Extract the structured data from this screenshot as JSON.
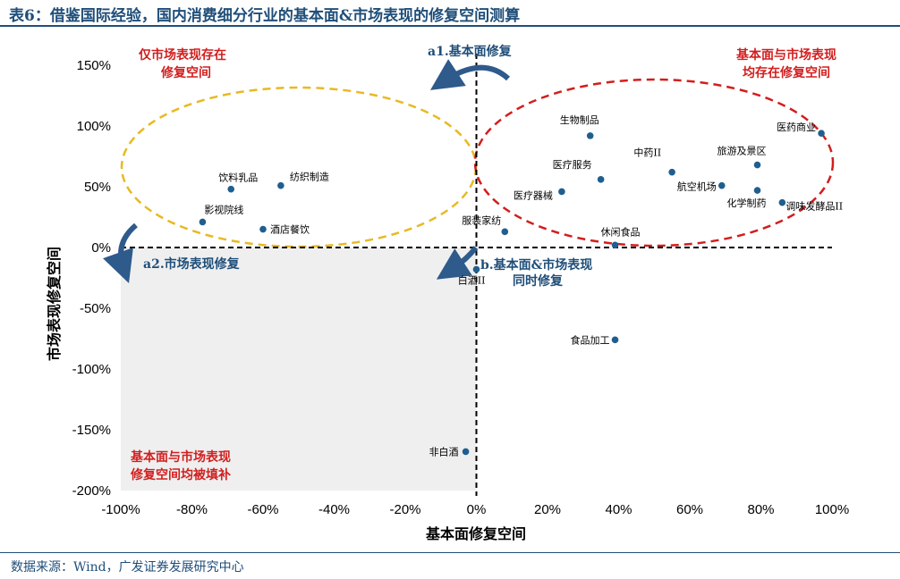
{
  "page": {
    "title": "表6：借鉴国际经验，国内消费细分行业的基本面&市场表现的修复空间测算",
    "source": "数据来源：Wind，广发证券发展研究中心"
  },
  "colors": {
    "title": "#1f4e79",
    "point": "#1f5f8f",
    "red_annotation": "#d21e1e",
    "blue_annotation": "#1f4e79",
    "yellow_ellipse": "#e8b923",
    "shaded_quadrant": "#efefef",
    "arrow": "#2e5a8c"
  },
  "annotations": {
    "top_left_line1": "仅市场表现存在",
    "top_left_line2": "修复空间",
    "top_right_line1": "基本面与市场表现",
    "top_right_line2": "均存在修复空间",
    "bottom_left_line1": "基本面与市场表现",
    "bottom_left_line2": "修复空间均被填补",
    "a1": "a1.基本面修复",
    "a2": "a2.市场表现修复",
    "b_line1": "b.基本面&市场表现",
    "b_line2": "同时修复"
  },
  "chart_data": {
    "type": "scatter",
    "title": "",
    "xlabel": "基本面修复空间",
    "ylabel": "市场表现修复空间",
    "xlim": [
      -100,
      100
    ],
    "ylim": [
      -200,
      150
    ],
    "x_ticks": [
      "-100%",
      "-80%",
      "-60%",
      "-40%",
      "-20%",
      "0%",
      "20%",
      "40%",
      "60%",
      "80%",
      "100%"
    ],
    "y_ticks": [
      "150%",
      "100%",
      "50%",
      "0%",
      "-50%",
      "-100%",
      "-150%",
      "-200%"
    ],
    "points": [
      {
        "label": "饮料乳品",
        "x": -69,
        "y": 48
      },
      {
        "label": "纺织制造",
        "x": -55,
        "y": 51
      },
      {
        "label": "影视院线",
        "x": -77,
        "y": 21
      },
      {
        "label": "酒店餐饮",
        "x": -60,
        "y": 15
      },
      {
        "label": "服装家纺",
        "x": 8,
        "y": 13
      },
      {
        "label": "白酒II",
        "x": 0,
        "y": -18
      },
      {
        "label": "生物制品",
        "x": 32,
        "y": 92
      },
      {
        "label": "医疗服务",
        "x": 35,
        "y": 56
      },
      {
        "label": "医疗器械",
        "x": 24,
        "y": 46
      },
      {
        "label": "中药II",
        "x": 55,
        "y": 62
      },
      {
        "label": "航空机场",
        "x": 69,
        "y": 51
      },
      {
        "label": "旅游及景区",
        "x": 79,
        "y": 68
      },
      {
        "label": "医药商业",
        "x": 97,
        "y": 94
      },
      {
        "label": "化学制药",
        "x": 79,
        "y": 47
      },
      {
        "label": "调味发酵品II",
        "x": 86,
        "y": 37
      },
      {
        "label": "休闲食品",
        "x": 39,
        "y": 2
      },
      {
        "label": "食品加工",
        "x": 39,
        "y": -76
      },
      {
        "label": "非白酒",
        "x": -3,
        "y": -168
      }
    ]
  }
}
